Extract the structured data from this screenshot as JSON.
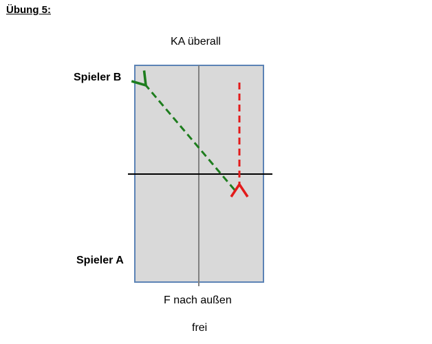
{
  "exercise_title": "Übung 5:",
  "top_label": "KA überall",
  "player_b_label": "Spieler B",
  "player_a_label": "Spieler A",
  "bottom_label": "F nach außen",
  "bottom_label_2": "frei",
  "colors": {
    "table_fill": "#d9d9d9",
    "table_border": "#5b82b5",
    "center_line": "#808080",
    "net_line": "#000000",
    "arrow_green": "#1e7d1e",
    "arrow_red": "#e31b1b"
  }
}
